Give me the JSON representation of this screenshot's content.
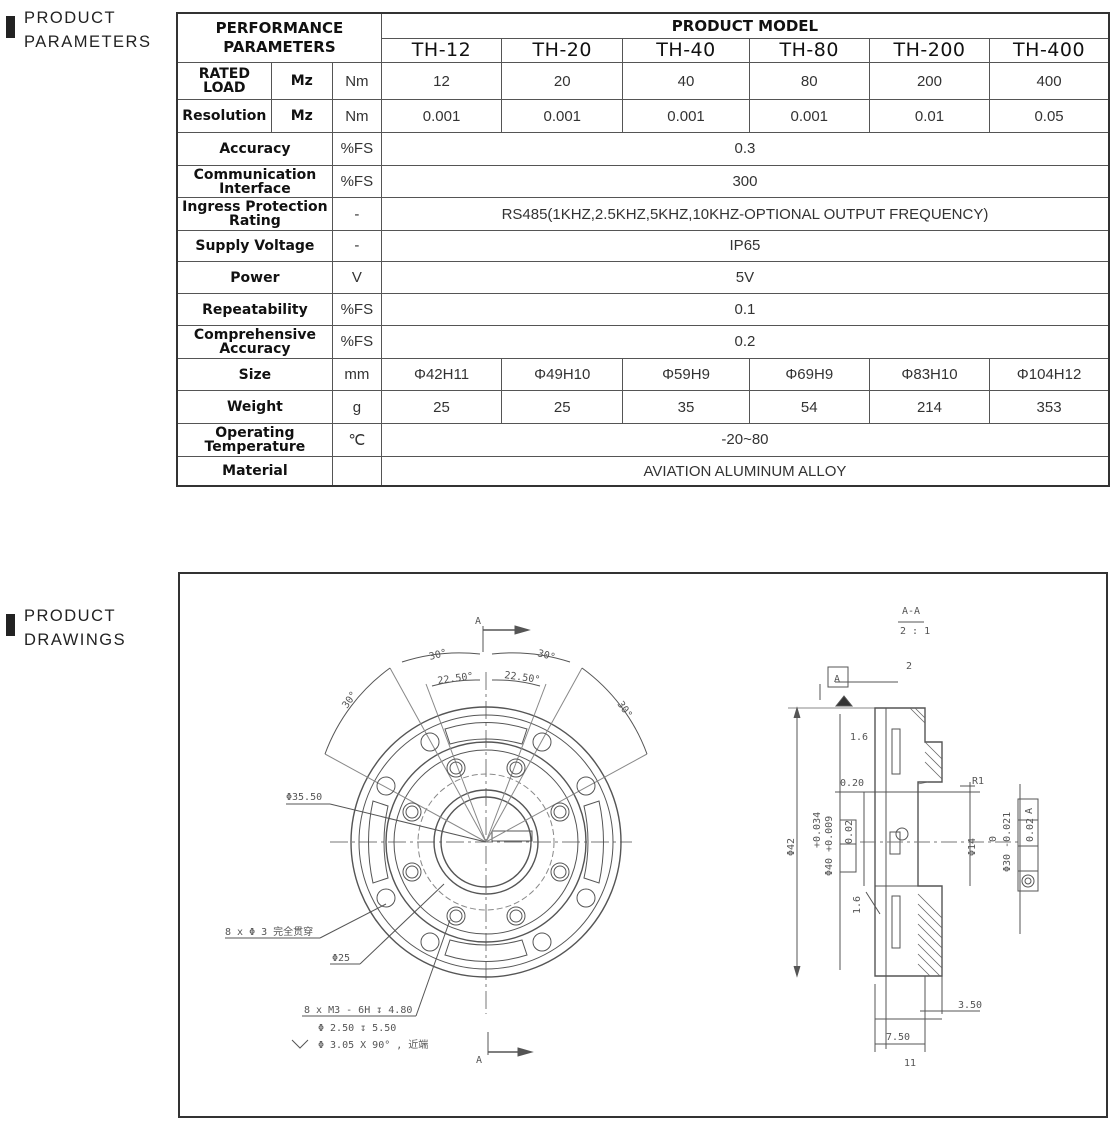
{
  "sections": {
    "parameters": {
      "line1": "PRODUCT",
      "line2": "PARAMETERS"
    },
    "drawings": {
      "line1": "PRODUCT",
      "line2": "DRAWINGS"
    }
  },
  "table": {
    "header_left": "PERFORMANCE\nPARAMETERS",
    "header_right": "PRODUCT MODEL",
    "models": [
      "TH-12",
      "TH-20",
      "TH-40",
      "TH-80",
      "TH-200",
      "TH-400"
    ],
    "rows": {
      "rated_load": {
        "label": "RATED LOAD",
        "sub": "Mz",
        "unit": "Nm",
        "values": [
          "12",
          "20",
          "40",
          "80",
          "200",
          "400"
        ]
      },
      "resolution": {
        "label": "Resolution",
        "sub": "Mz",
        "unit": "Nm",
        "values": [
          "0.001",
          "0.001",
          "0.001",
          "0.001",
          "0.01",
          "0.05"
        ]
      },
      "accuracy": {
        "label": "Accuracy",
        "unit": "%FS",
        "value": "0.3"
      },
      "communication": {
        "label": "Communication\nInterface",
        "unit": "%FS",
        "value": "300"
      },
      "ingress": {
        "label": "Ingress Protection\nRating",
        "unit": "-",
        "value": "RS485(1KHZ,2.5KHZ,5KHZ,10KHZ-OPTIONAL OUTPUT FREQUENCY)"
      },
      "supply_voltage": {
        "label": "Supply Voltage",
        "unit": "-",
        "value": "IP65"
      },
      "power": {
        "label": "Power",
        "unit": "V",
        "value": "5V"
      },
      "repeatability": {
        "label": "Repeatability",
        "unit": "%FS",
        "value": "0.1"
      },
      "comprehensive": {
        "label": "Comprehensive\nAccuracy",
        "unit": "%FS",
        "value": "0.2"
      },
      "size": {
        "label": "Size",
        "unit": "mm",
        "values": [
          "Φ42H11",
          "Φ49H10",
          "Φ59H9",
          "Φ69H9",
          "Φ83H10",
          "Φ104H12"
        ]
      },
      "weight": {
        "label": "Weight",
        "unit": "g",
        "values": [
          "25",
          "25",
          "35",
          "54",
          "214",
          "353"
        ]
      },
      "operating_temp": {
        "label": "Operating\nTemperature",
        "unit": "℃",
        "value": "-20~80"
      },
      "material": {
        "label": "Material",
        "unit": "",
        "value": "AVIATION ALUMINUM ALLOY"
      }
    }
  },
  "drawing": {
    "front": {
      "section_mark": "A",
      "angles": {
        "a30_left": "30°",
        "a30_top_left": "30°",
        "a30_top_right": "30°",
        "a30_right": "30°",
        "a22_left": "22.50°",
        "a22_right": "22.50°"
      },
      "dia_3550": "Φ35.50",
      "holes_label": "8 x Φ 3 完全贯穿",
      "dia_25": "Φ25",
      "thread_line1": "8 x  M3 - 6H ↧ 4.80",
      "thread_line2": "Φ 2.50 ↧ 5.50",
      "thread_line3": "Φ 3.05 X 90° , 近端"
    },
    "section": {
      "title": "A-A",
      "scale": "2 : 1",
      "datum": "A",
      "dim_2": "2",
      "rough_16_top": "1.6",
      "rough_16_side": "1.6",
      "dim_020": "0.20",
      "r1": "R1",
      "dia_42": "Φ42",
      "dia_40": "Φ40 +0.009",
      "dia_40_tol": "+0.034",
      "perp_tol": "0.02",
      "dia_14": "Φ14",
      "dia_30": "Φ30 -0.021",
      "dia_30_tol": "0",
      "conc_tol": "0.02",
      "conc_datum": "A",
      "dim_350": "3.50",
      "dim_750": "7.50",
      "dim_11": "11"
    }
  }
}
